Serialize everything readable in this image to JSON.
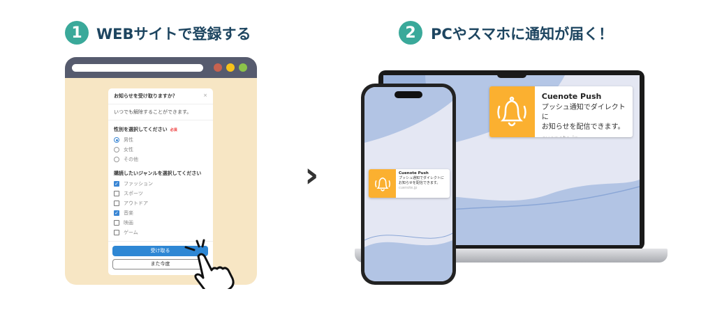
{
  "steps": [
    {
      "number": "1",
      "title": "WEBサイトで登録する"
    },
    {
      "number": "2",
      "title": "PCやスマホに通知が届く！"
    }
  ],
  "colors": {
    "accent": "#3aa99a",
    "title": "#1d4560",
    "notification": "#fbb030",
    "primary_button": "#2e87d4"
  },
  "dialog": {
    "title": "お知らせを受け取りますか？",
    "close": "×",
    "subtitle": "いつでも解除することができます。",
    "gender": {
      "label": "性別を選択してください",
      "required": "必須",
      "options": [
        {
          "label": "男性",
          "selected": true
        },
        {
          "label": "女性",
          "selected": false
        },
        {
          "label": "その他",
          "selected": false
        }
      ]
    },
    "genre": {
      "label": "購読したいジャンルを選択してください",
      "options": [
        {
          "label": "ファッション",
          "checked": true
        },
        {
          "label": "スポーツ",
          "checked": false
        },
        {
          "label": "アウトドア",
          "checked": false
        },
        {
          "label": "音楽",
          "checked": true
        },
        {
          "label": "映画",
          "checked": false
        },
        {
          "label": "ゲーム",
          "checked": false
        }
      ]
    },
    "accept": "受け取る",
    "later": "また今度"
  },
  "arrow": "›",
  "notification": {
    "title": "Cuenote Push",
    "body_line1": "プッシュ通知でダイレクトに",
    "body_line2": "お知らせを配信できます。",
    "url": "cuenote.jp"
  },
  "icons": [
    "bell-icon",
    "pointing-hand-icon",
    "chevron-right-icon",
    "checkmark-icon"
  ]
}
